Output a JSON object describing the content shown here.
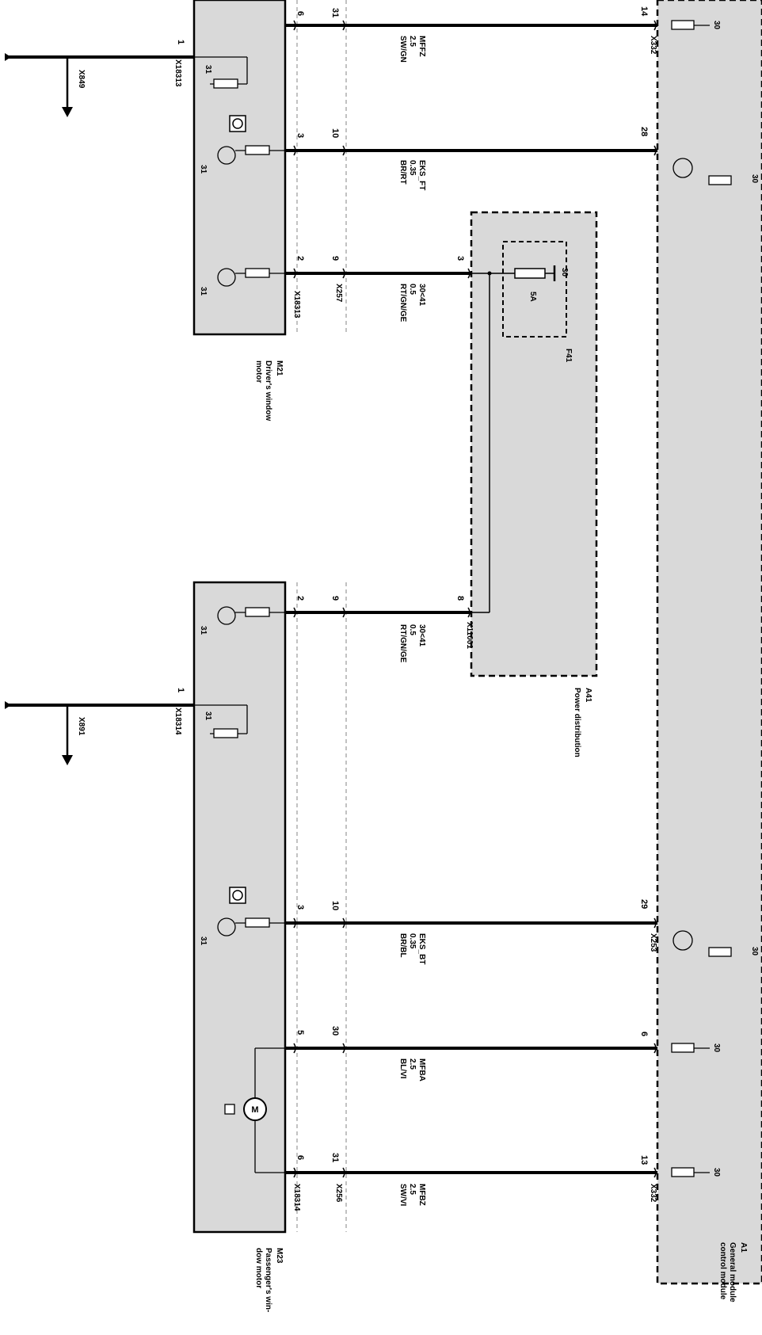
{
  "components": {
    "driver_motor": {
      "id": "M21",
      "line1": "Driver's window",
      "line2": "motor",
      "connector_top": "X18313",
      "connector_bottom": "X18313"
    },
    "passenger_motor": {
      "id": "M23",
      "line1": "Passenger's win-",
      "line2": "dow motor",
      "connector_top": "X18314",
      "connector_bottom": "X18314"
    },
    "power_distribution": {
      "id": "A41",
      "name": "Power distribution",
      "fuse_id": "F41",
      "fuse_rating": "5A",
      "fuse_term": "30",
      "connector": "X11001"
    },
    "general_module": {
      "id": "A1",
      "line1": "General module",
      "line2": "control module"
    }
  },
  "ground_refs": {
    "top": "X849",
    "bottom": "X891"
  },
  "terminal_31": "31",
  "terminal_30": "30",
  "motor_symbol": "M",
  "wires": [
    {
      "pin_motor": "6",
      "pin_conn": "31",
      "name": "MFFZ",
      "size": "2.5",
      "color": "SW/GN",
      "pin_gm": "14",
      "conn_gm": "X332"
    },
    {
      "pin_motor": "3",
      "pin_conn": "10",
      "name": "EKS_FT",
      "size": "0.35",
      "color": "BR/RT",
      "pin_gm": "28",
      "conn_gm": ""
    },
    {
      "pin_motor": "2",
      "pin_conn": "9",
      "name": "30<41",
      "size": "0.5",
      "color": "RT/GN/GE",
      "pin_pd": "3",
      "conn_mid": "X257"
    },
    {
      "pin_motor": "2",
      "pin_conn": "9",
      "name": "30<41",
      "size": "0.5",
      "color": "RT/GN/GE",
      "pin_pd": "8"
    },
    {
      "pin_motor": "3",
      "pin_conn": "10",
      "name": "EKS_BT",
      "size": "0.35",
      "color": "BR/BL",
      "pin_gm": "29",
      "conn_gm": "X253"
    },
    {
      "pin_motor": "5",
      "pin_conn": "30",
      "name": "MFBA",
      "size": "2.5",
      "color": "BL/VI",
      "pin_gm": "6",
      "conn_gm": ""
    },
    {
      "pin_motor": "6",
      "pin_conn": "31",
      "name": "MFBZ",
      "size": "2.5",
      "color": "SW/VI",
      "pin_gm": "13",
      "conn_gm": "X332",
      "conn_mid": "X256"
    }
  ],
  "ground_pins": {
    "top": "1",
    "bottom": "1"
  }
}
